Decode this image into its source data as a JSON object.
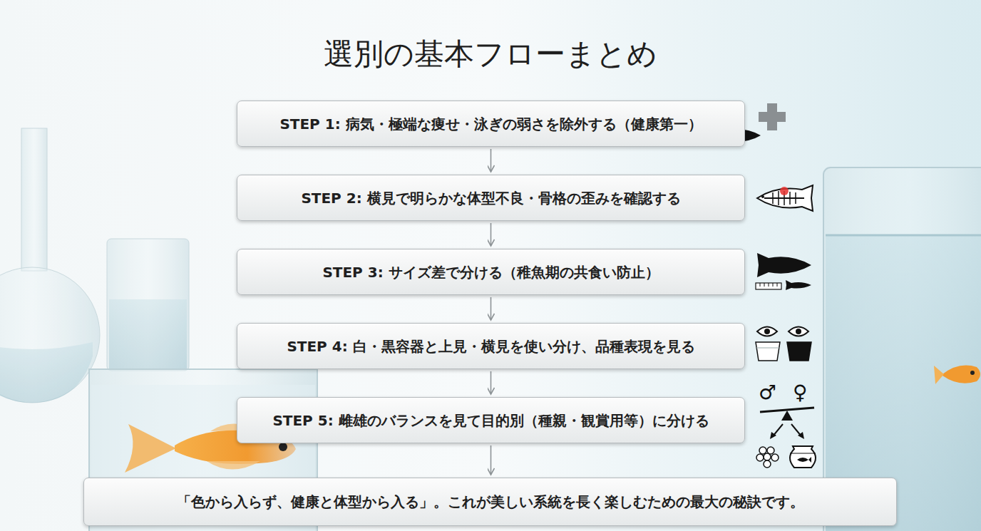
{
  "diagram": {
    "title": "選別の基本フローまとめ",
    "nodes": [
      {
        "text": [
          "STEP 1: 病気・極端な痩せ・泳ぎの弱さを除外する（健康第一）"
        ]
      },
      {
        "text": [
          "STEP 2: 横見で明らかな体型不良・骨格の歪みを確認する"
        ]
      },
      {
        "text": [
          "STEP 3: サイズ差で分ける（稚魚期の共食い防止）"
        ]
      },
      {
        "text": [
          "STEP 4: 白・黒容器と上見・横見を使い分け、品種表現を見る"
        ]
      },
      {
        "text": [
          "STEP 5: 雌雄のバランスを見て目的別（種親・観賞用等）に分ける"
        ]
      },
      {
        "text": [
          "「色から入らず、健康と体型から入る」。これが美しい系統を長く楽しむための最大の秘訣です。"
        ]
      }
    ],
    "edges": [
      {
        "from": 0,
        "to": 1,
        "arrow": "to"
      },
      {
        "from": 1,
        "to": 2,
        "arrow": "to"
      },
      {
        "from": 2,
        "to": 3,
        "arrow": "to"
      },
      {
        "from": 3,
        "to": 4,
        "arrow": "to"
      },
      {
        "from": 4,
        "to": 5,
        "arrow": "to"
      }
    ],
    "labels": [
      "♂",
      "♀"
    ]
  }
}
